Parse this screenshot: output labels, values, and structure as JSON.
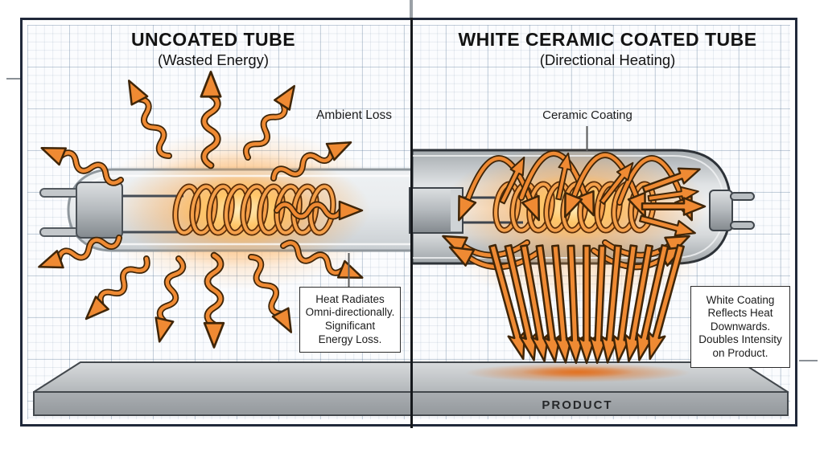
{
  "panels": {
    "left": {
      "title": "UNCOATED TUBE",
      "subtitle": "(Wasted Energy)",
      "annotation": "Ambient Loss",
      "callout": [
        "Heat Radiates",
        "Omni-directionally.",
        "Significant",
        "Energy Loss."
      ]
    },
    "right": {
      "title": "WHITE CERAMIC COATED TUBE",
      "subtitle": "(Directional Heating)",
      "annotation": "Ceramic Coating",
      "callout": [
        "White Coating",
        "Reflects Heat",
        "Downwards.",
        "Doubles Intensity",
        "on Product."
      ]
    }
  },
  "product": {
    "label": "PRODUCT"
  },
  "colors": {
    "heat_arrow_orange": "#ef8a33",
    "heat_arrow_outline": "#3f2508",
    "coil_orange": "#f5a04a",
    "glow_orange": "#ff9b2e",
    "frame_border": "#20283a",
    "divider_black": "#15181c",
    "grid_line_blue": "#b9c6d4",
    "metal_gray": "#aab0b5",
    "product_gray": "#a8acb0",
    "callout_border": "#2b2b2b"
  }
}
